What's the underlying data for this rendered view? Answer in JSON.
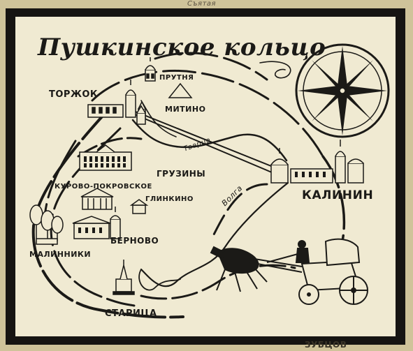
{
  "map": {
    "title": "Пушкинское кольцо",
    "places": {
      "torzhok": "ТОРЖОК",
      "prutnya": "ПРУТНЯ",
      "mitino": "МИТИНО",
      "gruziny": "ГРУЗИНЫ",
      "kurovo": "КУРОВО-ПОКРОВСКОЕ",
      "glinkino": "ГЛИНКИНО",
      "kalinin": "КАЛИНИН",
      "bernovo": "БЕРНОВО",
      "malinniki": "МАЛИННИКИ",
      "staritsa": "СТАРИЦА"
    },
    "rivers": {
      "tvertsa": "Тверца",
      "volga": "Волга"
    },
    "edge_text": {
      "top": "Съятая",
      "bottom": "ЗУБЦОВ"
    },
    "colors": {
      "ink": "#1b1a17",
      "paper": "#f0ead2",
      "frame": "#161412",
      "map_bg": "#cfc39a"
    },
    "icons": {
      "compass": "compass-rose-icon",
      "carriage": "horse-carriage-icon"
    }
  }
}
